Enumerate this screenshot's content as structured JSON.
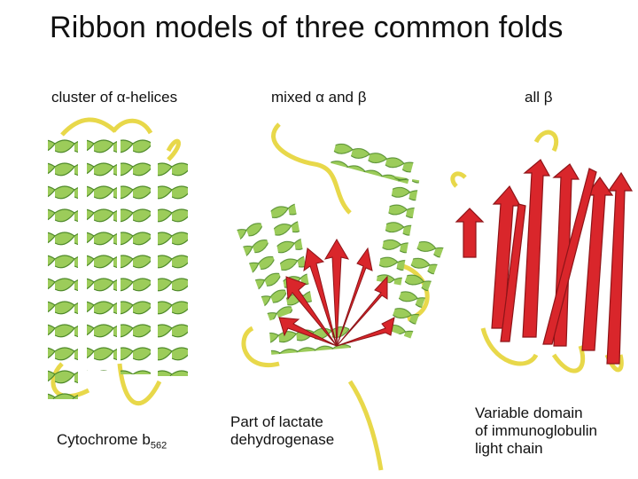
{
  "title": "Ribbon models of three common folds",
  "panels": [
    {
      "header": "cluster of α-helices",
      "caption_main": "Cytochrome b",
      "caption_sub": "562",
      "colors": {
        "helix": "#8bc34a",
        "helix_dark": "#4f8a2a",
        "loop": "#e8d84a"
      }
    },
    {
      "header": "mixed α and β",
      "caption_line1": "Part of lactate",
      "caption_line2": "dehydrogenase",
      "colors": {
        "helix": "#8bc34a",
        "sheet": "#d9262b",
        "loop": "#e8d84a"
      }
    },
    {
      "header": "all β",
      "caption_line1": "Variable domain",
      "caption_line2": "of immunoglobulin",
      "caption_line3": "light chain",
      "colors": {
        "sheet": "#d9262b",
        "sheet_dark": "#8e1418",
        "loop": "#e8d84a"
      }
    }
  ]
}
